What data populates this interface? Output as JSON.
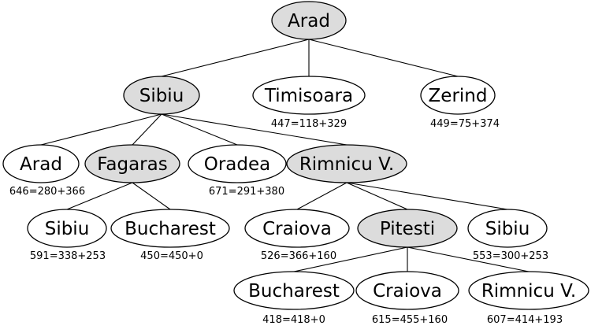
{
  "colors": {
    "expanded": "#dcdcdc",
    "frontier": "#ffffff",
    "stroke": "#000000"
  },
  "nodes": [
    {
      "id": "arad_root",
      "label": "Arad",
      "value": "",
      "expanded": true
    },
    {
      "id": "sibiu_1",
      "label": "Sibiu",
      "value": "",
      "expanded": true
    },
    {
      "id": "timisoara",
      "label": "Timisoara",
      "value": "447=118+329",
      "expanded": false
    },
    {
      "id": "zerind",
      "label": "Zerind",
      "value": "449=75+374",
      "expanded": false
    },
    {
      "id": "arad_2",
      "label": "Arad",
      "value": "646=280+366",
      "expanded": false
    },
    {
      "id": "fagaras",
      "label": "Fagaras",
      "value": "",
      "expanded": true
    },
    {
      "id": "oradea",
      "label": "Oradea",
      "value": "671=291+380",
      "expanded": false
    },
    {
      "id": "rimnicu_1",
      "label": "Rimnicu V.",
      "value": "",
      "expanded": true
    },
    {
      "id": "sibiu_fag",
      "label": "Sibiu",
      "value": "591=338+253",
      "expanded": false
    },
    {
      "id": "bucharest_fag",
      "label": "Bucharest",
      "value": "450=450+0",
      "expanded": false
    },
    {
      "id": "craiova_rim",
      "label": "Craiova",
      "value": "526=366+160",
      "expanded": false
    },
    {
      "id": "pitesti",
      "label": "Pitesti",
      "value": "",
      "expanded": true
    },
    {
      "id": "sibiu_rim",
      "label": "Sibiu",
      "value": "553=300+253",
      "expanded": false
    },
    {
      "id": "bucharest_pit",
      "label": "Bucharest",
      "value": "418=418+0",
      "expanded": false
    },
    {
      "id": "craiova_pit",
      "label": "Craiova",
      "value": "615=455+160",
      "expanded": false
    },
    {
      "id": "rimnicu_pit",
      "label": "Rimnicu V.",
      "value": "607=414+193",
      "expanded": false
    }
  ],
  "edges": [
    [
      "arad_root",
      "sibiu_1"
    ],
    [
      "arad_root",
      "timisoara"
    ],
    [
      "arad_root",
      "zerind"
    ],
    [
      "sibiu_1",
      "arad_2"
    ],
    [
      "sibiu_1",
      "fagaras"
    ],
    [
      "sibiu_1",
      "oradea"
    ],
    [
      "sibiu_1",
      "rimnicu_1"
    ],
    [
      "fagaras",
      "sibiu_fag"
    ],
    [
      "fagaras",
      "bucharest_fag"
    ],
    [
      "rimnicu_1",
      "craiova_rim"
    ],
    [
      "rimnicu_1",
      "pitesti"
    ],
    [
      "rimnicu_1",
      "sibiu_rim"
    ],
    [
      "pitesti",
      "bucharest_pit"
    ],
    [
      "pitesti",
      "craiova_pit"
    ],
    [
      "pitesti",
      "rimnicu_pit"
    ]
  ]
}
